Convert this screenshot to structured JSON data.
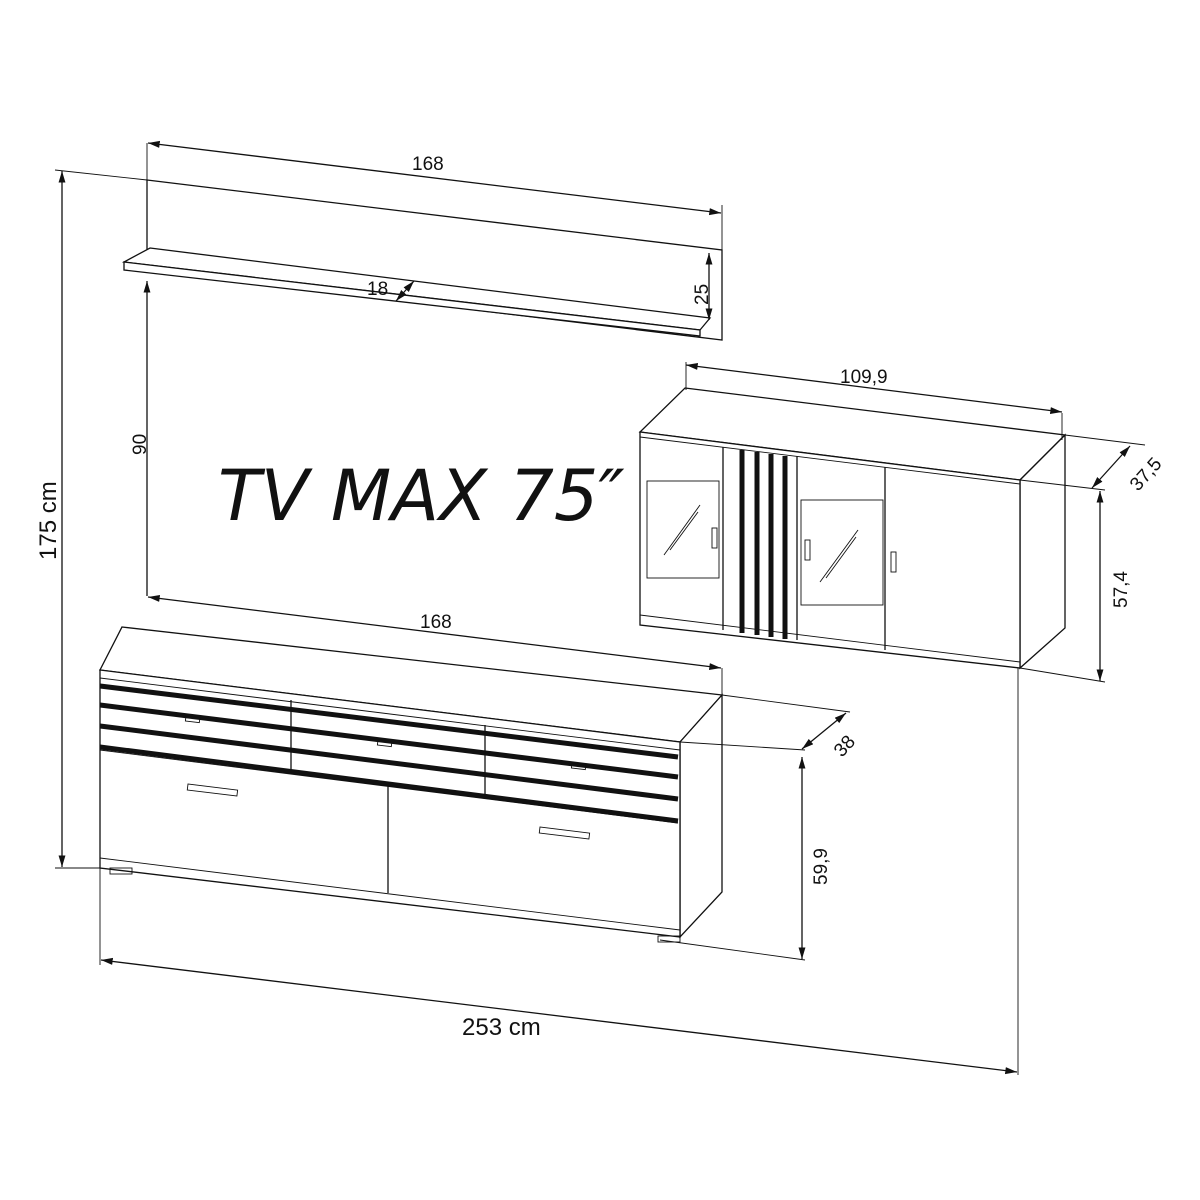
{
  "title": "TV MAX 75″",
  "dimensions": {
    "shelf_width": "168",
    "shelf_depth": "18",
    "shelf_height": "25",
    "tv_gap_height": "90",
    "total_height": "175 cm",
    "sideboard_width": "168",
    "sideboard_depth": "38",
    "sideboard_height": "59,9",
    "total_width": "253 cm",
    "cabinet_width": "109,9",
    "cabinet_depth": "37,5",
    "cabinet_height": "57,4"
  }
}
